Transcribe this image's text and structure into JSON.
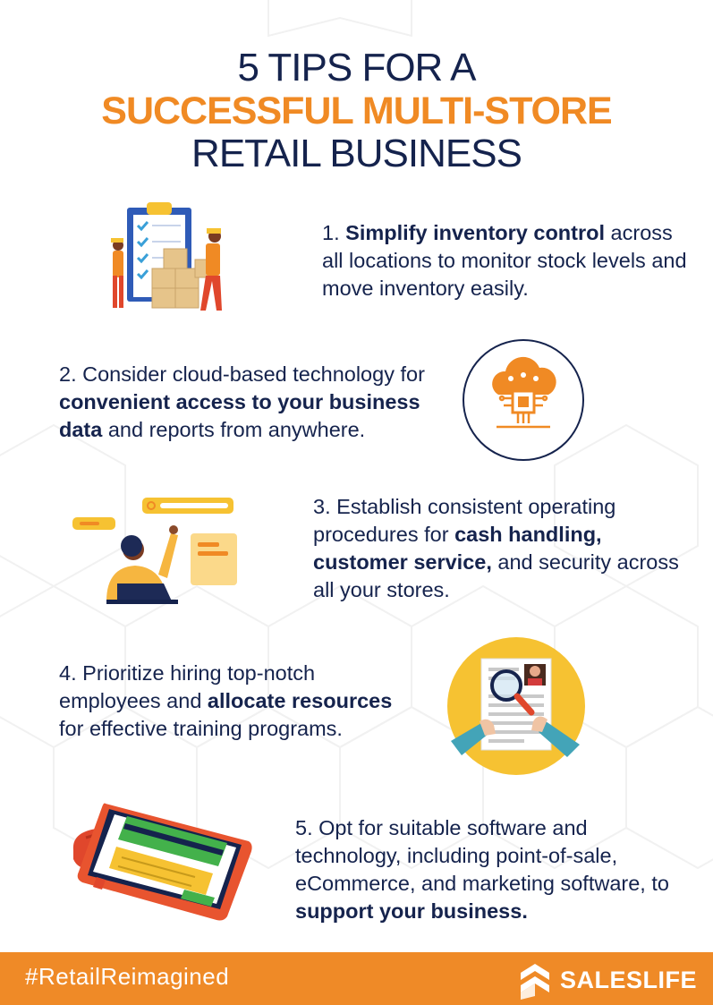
{
  "title": {
    "line1": "5 TIPS FOR A",
    "line2": "SUCCESSFUL MULTI-STORE",
    "line3": "RETAIL BUSINESS"
  },
  "tips": [
    {
      "number": "1.",
      "parts": [
        {
          "bold": true,
          "text": "Simplify inventory control"
        },
        {
          "bold": false,
          "text": " across all locations to monitor stock levels and move inventory easily."
        }
      ]
    },
    {
      "number": "2.",
      "parts": [
        {
          "bold": false,
          "text": "Consider cloud-based technology for "
        },
        {
          "bold": true,
          "text": "convenient access to your business data"
        },
        {
          "bold": false,
          "text": " and reports from anywhere."
        }
      ]
    },
    {
      "number": "3.",
      "parts": [
        {
          "bold": false,
          "text": "Establish consistent operating procedures for "
        },
        {
          "bold": true,
          "text": "cash handling, customer service,"
        },
        {
          "bold": false,
          "text": " and security across all your stores."
        }
      ]
    },
    {
      "number": "4.",
      "parts": [
        {
          "bold": false,
          "text": "Prioritize hiring top-notch employees and "
        },
        {
          "bold": true,
          "text": "allocate resources"
        },
        {
          "bold": false,
          "text": " for effective training programs."
        }
      ]
    },
    {
      "number": "5. ",
      "parts": [
        {
          "bold": false,
          "text": "Opt for suitable software and technology, including point-of-sale, eCommerce, and marketing software, to "
        },
        {
          "bold": true,
          "text": "support your business."
        }
      ]
    }
  ],
  "footer": {
    "hashtag": "#RetailReimagined",
    "brand": "SALESLIFE"
  },
  "illustrations": {
    "tip1": "inventory-clipboard-workers-illustration",
    "tip2": "cloud-chip-icon",
    "tip3": "person-laptop-search-illustration",
    "tip4": "resume-magnifier-illustration",
    "tip5": "pos-payment-terminal-illustration"
  },
  "colors": {
    "navy": "#15234d",
    "orange": "#f08a24",
    "footer": "#ef8a27",
    "yellow": "#f6c232",
    "white": "#ffffff"
  }
}
